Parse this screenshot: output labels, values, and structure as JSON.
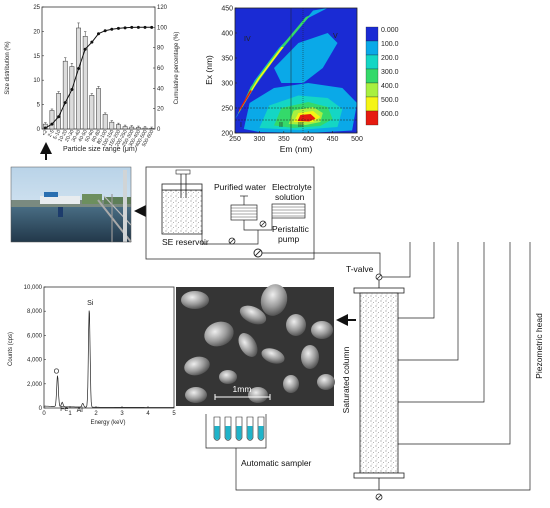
{
  "hist": {
    "type": "bar",
    "ylabel_left": "Size distribution (%)",
    "ylabel_right": "Cumulative percentage (%)",
    "xlabel": "Particle size range (μm)",
    "ylim_left": [
      0,
      25
    ],
    "ylim_right": [
      0,
      120
    ],
    "yticks_left": [
      "0",
      "5",
      "10",
      "15",
      "20",
      "25"
    ],
    "yticks_right": [
      "0",
      "20",
      "40",
      "60",
      "80",
      "100",
      "120"
    ],
    "categories": [
      "<2",
      "2-5",
      "5-10",
      "10-20",
      "20-30",
      "30-40",
      "40-50",
      "50-60",
      "60-80",
      "80-100",
      "100-150",
      "150-200",
      "200-250",
      "250-300",
      "300-400",
      "400-500",
      "500-600"
    ],
    "values": [
      1.0,
      3.8,
      7.3,
      13.9,
      12.8,
      20.7,
      19.0,
      6.9,
      8.3,
      3.0,
      1.4,
      0.9,
      0.5,
      0.4,
      0.3,
      0.2,
      0.1
    ],
    "cumulative": [
      1.0,
      4.8,
      12.1,
      26.0,
      38.8,
      59.5,
      78.5,
      85.4,
      93.7,
      96.7,
      98.1,
      99.0,
      99.5,
      99.9,
      100,
      100,
      100
    ]
  },
  "eem": {
    "type": "heatmap",
    "xlabel": "Em (nm)",
    "ylabel": "Ex (nm)",
    "xlim": [
      250,
      500
    ],
    "ylim": [
      200,
      450
    ],
    "xticks": [
      "250",
      "300",
      "350",
      "400",
      "450",
      "500"
    ],
    "yticks": [
      "200",
      "250",
      "300",
      "350",
      "400",
      "450"
    ],
    "regions": [
      "I",
      "II",
      "III",
      "IV",
      "V"
    ],
    "legend_labels": [
      "0.000",
      "100.0",
      "200.0",
      "300.0",
      "400.0",
      "500.0",
      "600.0"
    ],
    "legend_colors": [
      "#1a2bd4",
      "#0aa9e8",
      "#14d6c4",
      "#34d96a",
      "#a8f040",
      "#f5f515",
      "#e61a10"
    ]
  },
  "setup": {
    "purified_water": "Purified water",
    "electrolyte_line1": "Electrolyte",
    "electrolyte_line2": "solution",
    "peristaltic_line1": "Peristaltic",
    "peristaltic_line2": "pump",
    "se_reservoir": "SE reservoir",
    "t_valve": "T-valve",
    "saturated_column": "Saturated column",
    "piezometric_head": "Piezometric head",
    "automatic_sampler": "Automatic sampler",
    "scale_bar": "1mm"
  },
  "eds": {
    "type": "line",
    "xlabel": "Energy (keV)",
    "ylabel": "Counts (cps)",
    "xlim": [
      0,
      5
    ],
    "ylim": [
      0,
      10000
    ],
    "xticks": [
      "0",
      "1",
      "2",
      "3",
      "4",
      "5"
    ],
    "yticks": [
      "0",
      "2,000",
      "4,000",
      "6,000",
      "8,000",
      "10,000"
    ],
    "peaks": [
      {
        "element": "O",
        "energy": 0.52,
        "counts": 2600
      },
      {
        "element": "Fe",
        "energy": 0.7,
        "counts": 400
      },
      {
        "element": "Al",
        "energy": 1.49,
        "counts": 350
      },
      {
        "element": "Si",
        "energy": 1.74,
        "counts": 8200
      }
    ]
  }
}
